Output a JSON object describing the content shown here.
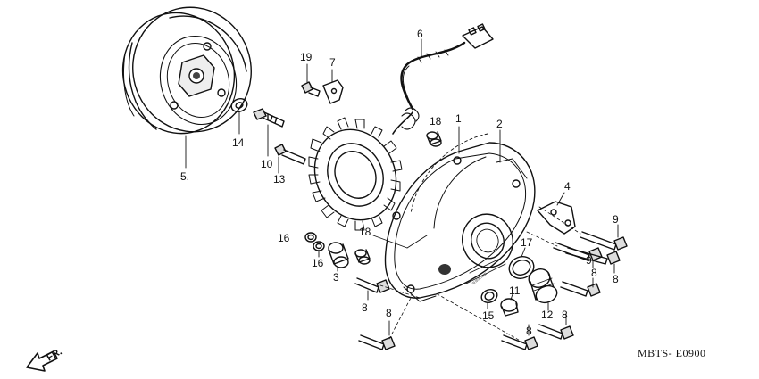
{
  "diagram": {
    "code": "MBTS- E0900",
    "direction_label": "FR.",
    "parts": [
      {
        "id": "p1",
        "number": "1"
      },
      {
        "id": "p2",
        "number": "2"
      },
      {
        "id": "p3",
        "number": "3"
      },
      {
        "id": "p4",
        "number": "4"
      },
      {
        "id": "p5",
        "number": "5."
      },
      {
        "id": "p6",
        "number": "6"
      },
      {
        "id": "p7",
        "number": "7"
      },
      {
        "id": "p8a",
        "number": "8"
      },
      {
        "id": "p8b",
        "number": "8"
      },
      {
        "id": "p8c",
        "number": "8"
      },
      {
        "id": "p8d",
        "number": "8"
      },
      {
        "id": "p8e",
        "number": "8"
      },
      {
        "id": "p8f",
        "number": "8"
      },
      {
        "id": "p9a",
        "number": "9"
      },
      {
        "id": "p9b",
        "number": "9"
      },
      {
        "id": "p10",
        "number": "10"
      },
      {
        "id": "p11",
        "number": "11"
      },
      {
        "id": "p12",
        "number": "12"
      },
      {
        "id": "p13",
        "number": "13"
      },
      {
        "id": "p14",
        "number": "14"
      },
      {
        "id": "p15",
        "number": "15"
      },
      {
        "id": "p16a",
        "number": "16"
      },
      {
        "id": "p16b",
        "number": "16"
      },
      {
        "id": "p17",
        "number": "17"
      },
      {
        "id": "p18a",
        "number": "18"
      },
      {
        "id": "p18b",
        "number": "18"
      },
      {
        "id": "p19",
        "number": "19"
      }
    ]
  }
}
